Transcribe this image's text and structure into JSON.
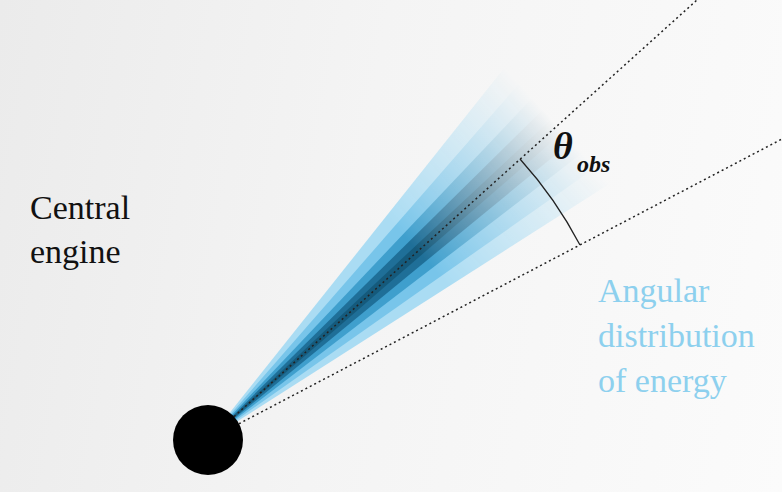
{
  "diagram": {
    "labels": [
      "Central engine",
      "θ",
      "obs",
      "Angular distribution of energy"
    ]
  }
}
